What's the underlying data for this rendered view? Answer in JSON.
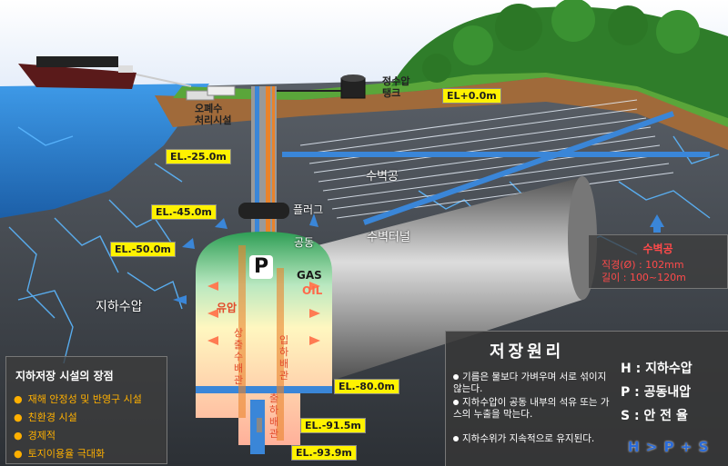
{
  "colors": {
    "sea": "#2b7fd0",
    "sky": "#eef3ff",
    "forest": "#2f7d2a",
    "rock": "#4a4f55",
    "tag": "#fff200",
    "pipe_blue": "#3a86d8",
    "pipe_orange": "#e9832b",
    "cavern_gradient_top": "#2e9e55",
    "cavern_gradient_bottom": "#ffb4a0"
  },
  "elevations": {
    "el0": "EL+0.0m",
    "el25": "EL.-25.0m",
    "el45": "EL.-45.0m",
    "el50": "EL.-50.0m",
    "el80": "EL.-80.0m",
    "el91": "EL.-91.5m",
    "el93": "EL.-93.9m"
  },
  "labels": {
    "wastewater": [
      "오폐수",
      "처리시설"
    ],
    "water_tank": [
      "정수압",
      "탱크"
    ],
    "plug": "플러그",
    "cavern": "공동",
    "gas": "GAS",
    "oil": "OIL",
    "oil_pressure": "유압",
    "groundwater_pressure": "지하수압",
    "water_curtain_hole": "수벽공",
    "water_curtain_tunnel": "수벽터널",
    "pump_out_pipe": [
      "상",
      "출",
      "수",
      "배",
      "관"
    ],
    "inflow_pipe": [
      "입",
      "하",
      "배",
      "관"
    ],
    "outflow_pipe": [
      "출",
      "하",
      "배",
      "관"
    ],
    "p_symbol": "P"
  },
  "water_curtain_spec": {
    "heading": "수벽공",
    "diameter": "직경(Ø) : 102mm",
    "length": "길이 : 100~120m"
  },
  "advantages": {
    "heading": "지하저장 시설의 장점",
    "items": [
      "재해 안정성 및 반영구 시설",
      "친환경 시설",
      "경제적",
      "토지이용율 극대화"
    ]
  },
  "principle": {
    "heading": "저장원리",
    "points": [
      "기름은 물보다 가벼우며 서로 섞이지 않는다.",
      "지하수압이 공동 내부의 석유 또는 가스의 누출을 막는다.",
      "지하수위가 지속적으로 유지된다."
    ],
    "legend": [
      "H : 지하수압",
      "P : 공동내압",
      "S : 안 전 율"
    ],
    "relation": "H > P + S"
  }
}
